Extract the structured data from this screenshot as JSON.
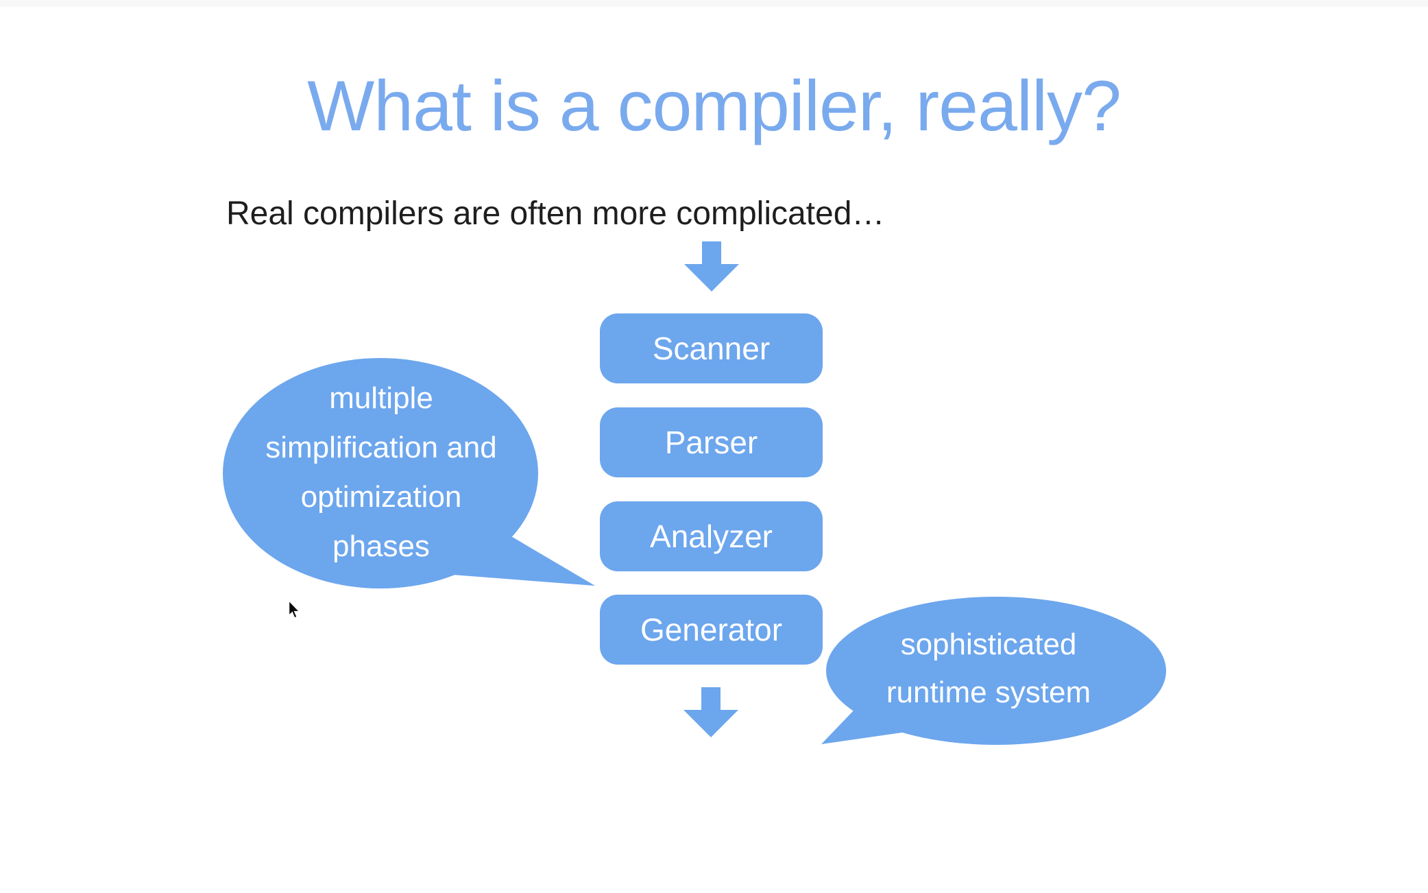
{
  "slide": {
    "title": "What is a compiler, really?",
    "subtitle": "Real compilers are often more complicated…",
    "pipeline": [
      {
        "label": "Scanner"
      },
      {
        "label": "Parser"
      },
      {
        "label": "Analyzer"
      },
      {
        "label": "Generator"
      }
    ],
    "callout_left": {
      "line1": "multiple",
      "line2": "simplification and",
      "line3": "optimization",
      "line4": "phases"
    },
    "callout_right": {
      "line1": "sophisticated",
      "line2": "runtime system"
    },
    "icons": {
      "flow_arrow_top": "arrow-down-icon",
      "flow_arrow_bottom": "arrow-down-icon",
      "cursor": "mouse-pointer-icon"
    },
    "colors": {
      "accent": "#6CA6ED",
      "title": "#7AAAEE",
      "text_on_accent": "#FFFFFF",
      "body_text": "#1E1E1E",
      "background": "#FFFFFF"
    }
  }
}
